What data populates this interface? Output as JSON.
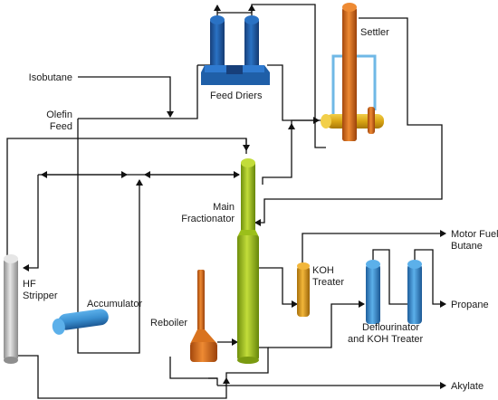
{
  "labels": {
    "isobutane": "Isobutane",
    "olefin": "Olefin",
    "feed": "Feed",
    "feed_driers": "Feed Driers",
    "settler": "Settler",
    "main": "Main",
    "fractionator": "Fractionator",
    "hf": "HF",
    "stripper": "Stripper",
    "accumulator": "Accumulator",
    "reboiler": "Reboiler",
    "koh": "KOH",
    "treater": "Treater",
    "motor_fuel": "Motor Fuel",
    "butane": "Butane",
    "deflourinator": "Deflourinator",
    "and_koh_treater": "and KOH Treater",
    "propane": "Propane",
    "alkylate": "Akylate"
  },
  "colors": {
    "feed_driers": "#1f5fa8",
    "settler": "#d9731f",
    "settler_drum": "#e0b021",
    "settler_loop": "#6fb8e6",
    "fractionator": "#9bbf1a",
    "stripper": "#bdbdbd",
    "accumulator": "#3a8fd0",
    "reboiler": "#d9731f",
    "koh_treater": "#e0a21a",
    "deflourinator": "#3a8fd0",
    "lines": "#111111"
  }
}
